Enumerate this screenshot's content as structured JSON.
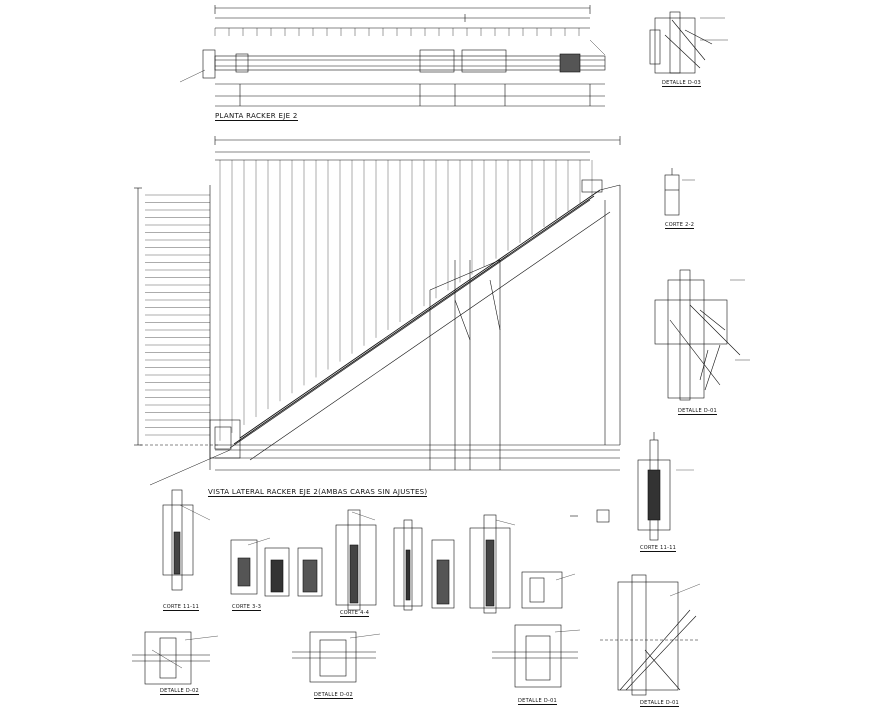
{
  "titles": {
    "plan": "PLANTA RACKER EJE 2",
    "elevation": "VISTA LATERAL RACKER EJE 2(AMBAS CARAS SIN AJUSTES)",
    "detalle_d03": "DETALLE D-03",
    "corte_22": "CORTE 2-2",
    "detalle_d01_top": "DETALLE D-01",
    "corte_1111_right": "CORTE 11-11",
    "corte_1111_left": "CORTE 11-11",
    "corte_33": "CORTE 3-3",
    "corte_44": "CORTE 4-4",
    "detalle_d02_left": "DETALLE D-02",
    "detalle_d02_mid": "DETALLE D-02",
    "detalle_d01_mid": "DETALLE D-01",
    "detalle_d01_right": "DETALLE D-01"
  },
  "colors": {
    "line": "#111111",
    "background": "#ffffff"
  }
}
